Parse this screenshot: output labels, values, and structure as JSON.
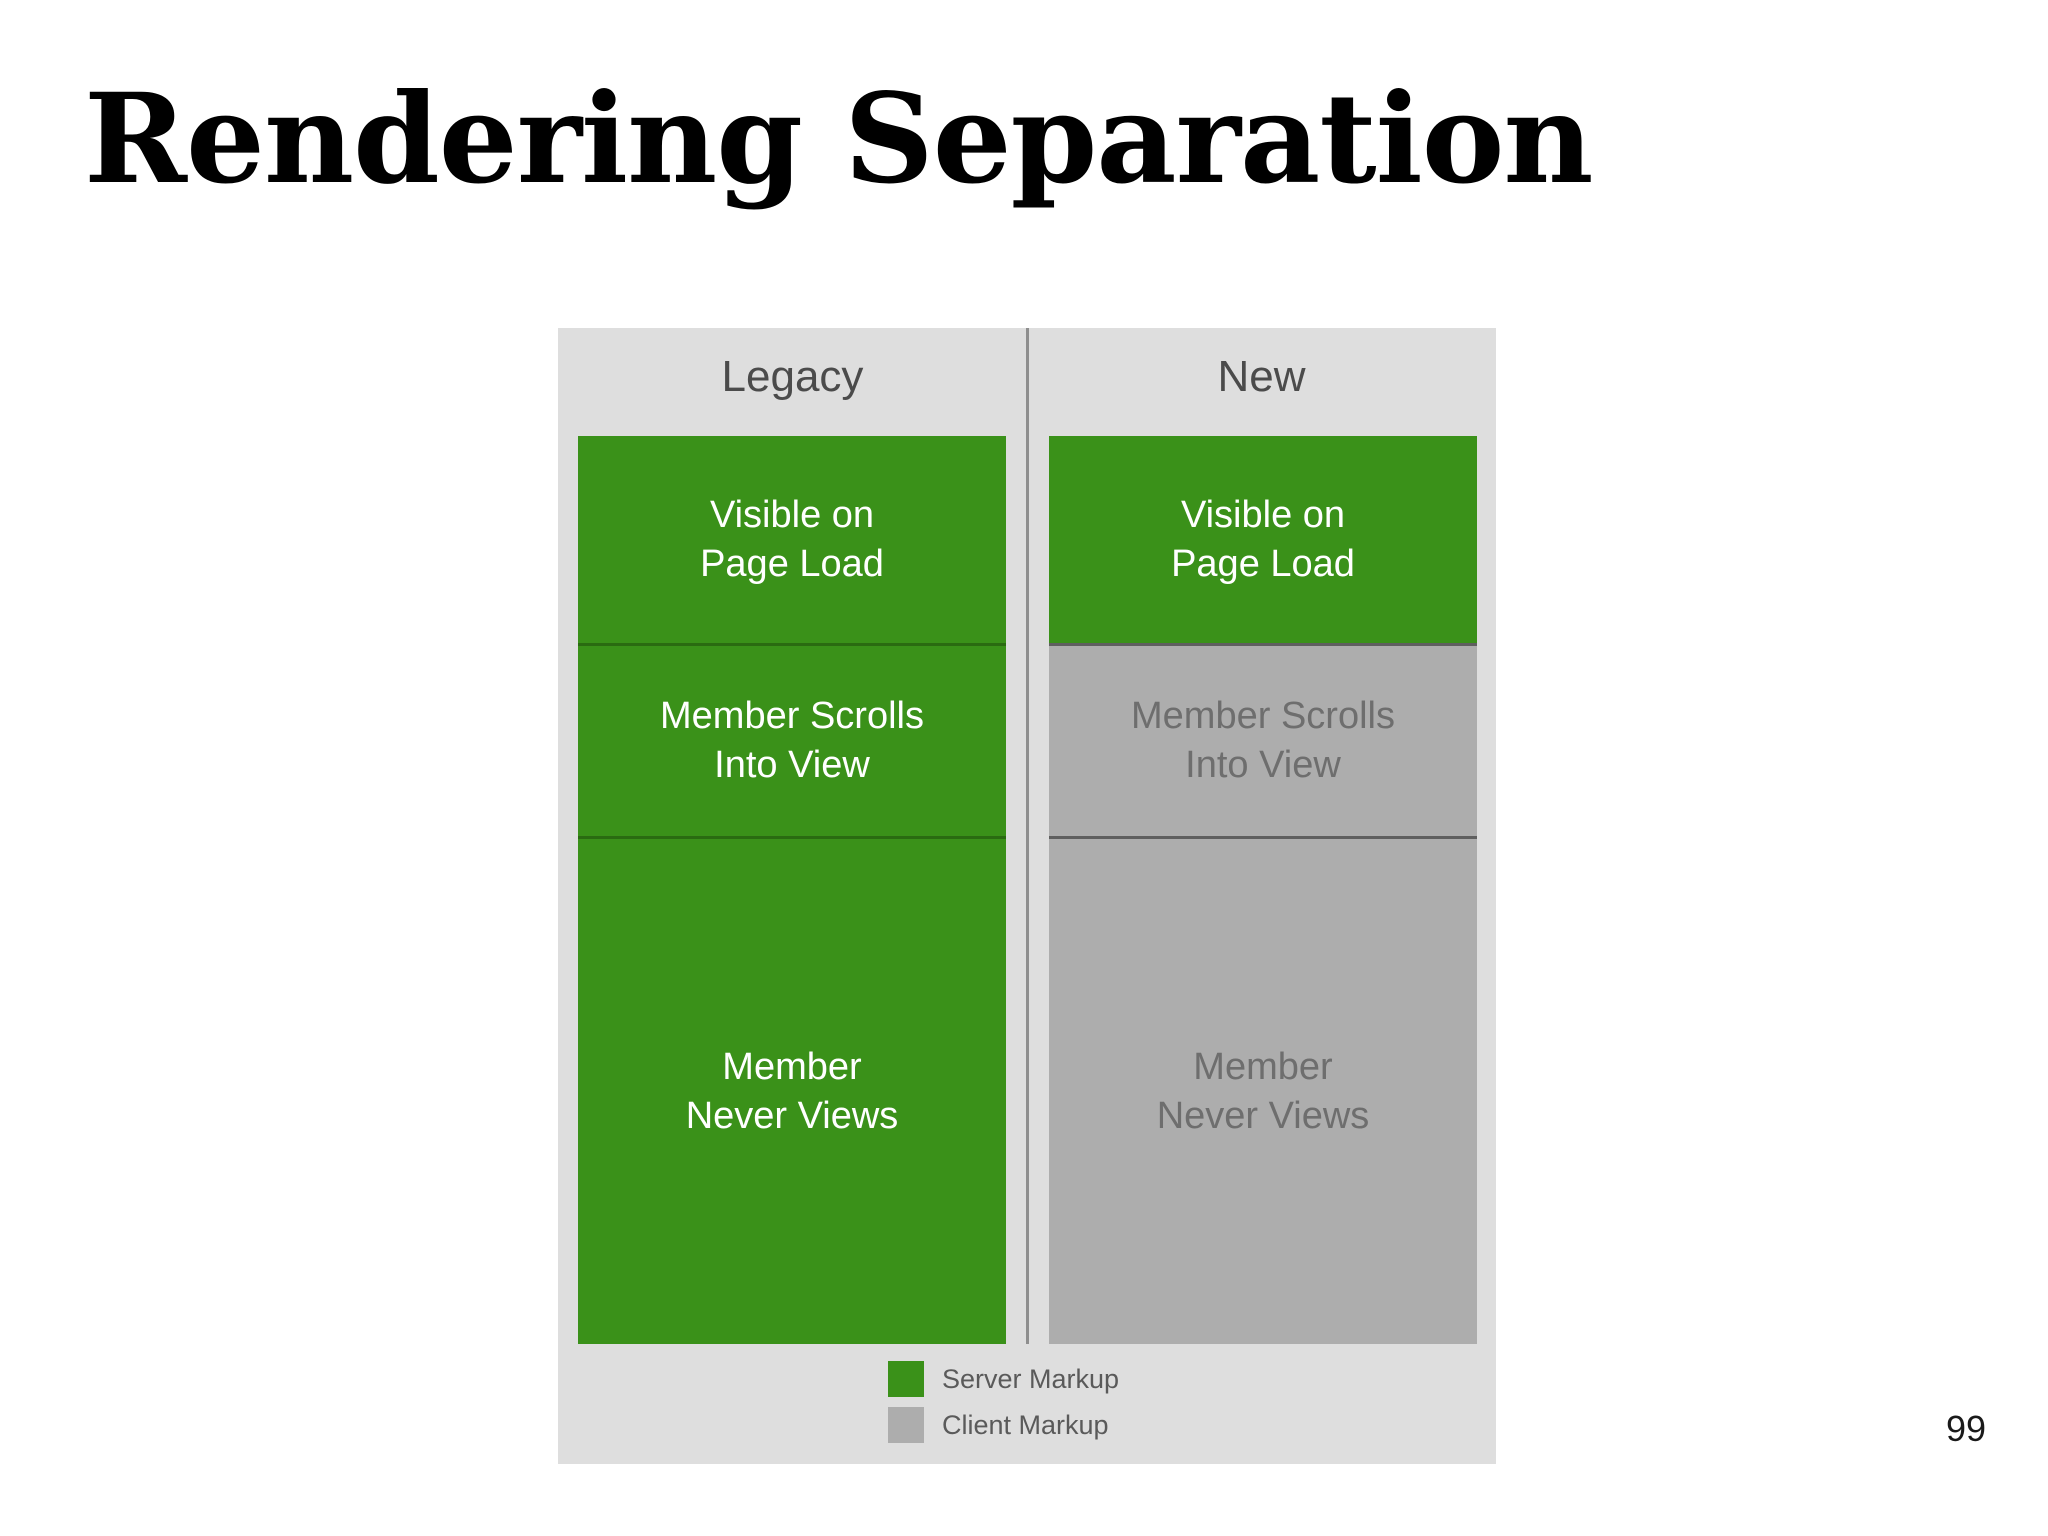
{
  "slide": {
    "title": "Rendering Separation",
    "page_number": "99"
  },
  "diagram": {
    "columns": [
      {
        "key": "legacy",
        "header": "Legacy",
        "blocks": [
          {
            "label": "Visible on\nPage Load",
            "markup": "server"
          },
          {
            "label": "Member Scrolls\nInto View",
            "markup": "server"
          },
          {
            "label": "Member\nNever Views",
            "markup": "server"
          }
        ]
      },
      {
        "key": "new",
        "header": "New",
        "blocks": [
          {
            "label": "Visible on\nPage Load",
            "markup": "server"
          },
          {
            "label": "Member Scrolls\nInto View",
            "markup": "client"
          },
          {
            "label": "Member\nNever Views",
            "markup": "client"
          }
        ]
      }
    ],
    "legend": [
      {
        "label": "Server Markup",
        "color": "#3a9119"
      },
      {
        "label": "Client Markup",
        "color": "#adadad"
      }
    ]
  },
  "colors": {
    "server_green": "#3a9119",
    "client_gray": "#adadad",
    "panel_background": "#dedede",
    "header_text": "#4b4b4b",
    "server_text": "#ffffff",
    "client_text": "#6e6e6e",
    "divider": "#8e8e8e"
  },
  "blocks_text": {
    "legacy_1": "Visible on\nPage Load",
    "legacy_2": "Member Scrolls\nInto View",
    "legacy_3": "Member\nNever Views",
    "new_1": "Visible on\nPage Load",
    "new_2": "Member Scrolls\nInto View",
    "new_3": "Member\nNever Views"
  }
}
